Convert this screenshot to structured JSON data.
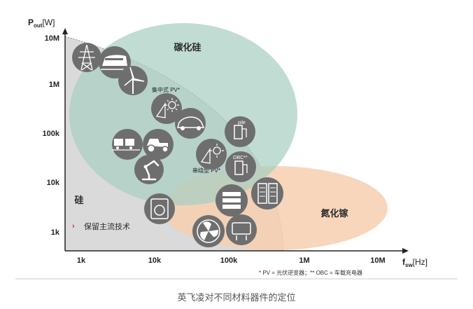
{
  "axes": {
    "y_label_main": "P",
    "y_label_sub": "out",
    "y_label_unit": "[W]",
    "x_label_main": "f",
    "x_label_sub": "sw",
    "x_label_unit": "[Hz]",
    "y_ticks": [
      "10M",
      "1M",
      "100k",
      "10k",
      "1k"
    ],
    "x_ticks": [
      "1k",
      "10k",
      "100k",
      "1M",
      "10M"
    ]
  },
  "regions": {
    "sic": "碳化硅",
    "si": "硅",
    "gan": "氮化镓"
  },
  "labels": {
    "central_pv": "集中式 PV*",
    "string_pv": "串绕型 PV*",
    "pile": "pile",
    "obc": "OBC**"
  },
  "legend": {
    "marker": "›",
    "text": "保留主流技术"
  },
  "footnote": "* PV = 光伏逆变器；** OBC = 车载充电器",
  "caption": "英飞凌对不同材料器件的定位",
  "colors": {
    "sic": "#bcd9cf",
    "si": "#d9d9d9",
    "gan": "#f7d2b5",
    "icon": "#6e6e6e",
    "accent": "#c0392b"
  }
}
